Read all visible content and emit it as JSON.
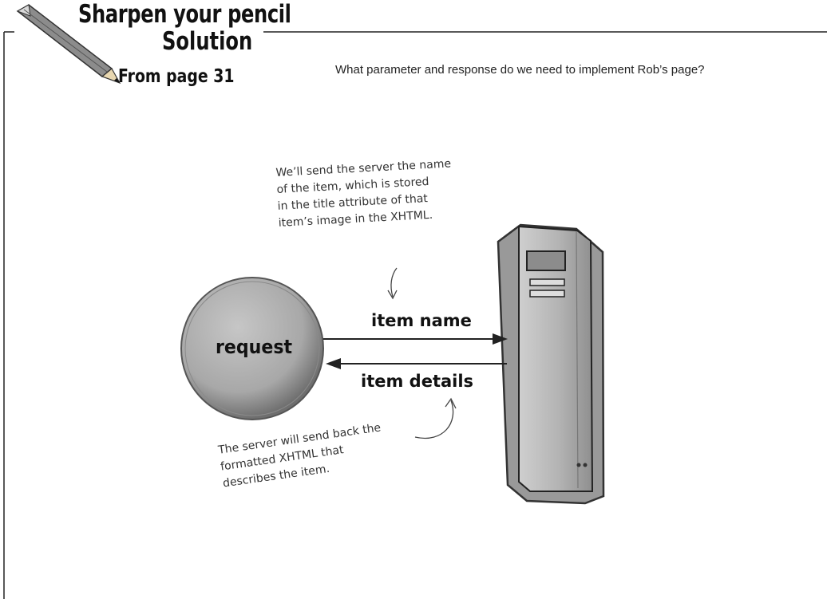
{
  "header": {
    "title": "Sharpen your pencil",
    "subtitle": "Solution",
    "page_ref": "From page 31"
  },
  "question": "What parameter and response do we need to implement Rob’s page?",
  "diagram": {
    "request_label": "request",
    "arrow_to_server_label": "item name",
    "arrow_from_server_label": "item details",
    "note_top": [
      "We’ll send the server the name",
      "of the item, which is stored",
      "in the title attribute of that",
      "item’s image in the XHTML."
    ],
    "note_bottom": [
      "The server will send back the",
      "formatted XHTML that",
      "describes the item."
    ]
  },
  "colors": {
    "sphere_fill": "#a9a9a9",
    "sphere_rim": "#6e6e6e",
    "server_fill": "#b4b4b4",
    "server_shadow": "#8a8a8a",
    "line": "#222222"
  }
}
